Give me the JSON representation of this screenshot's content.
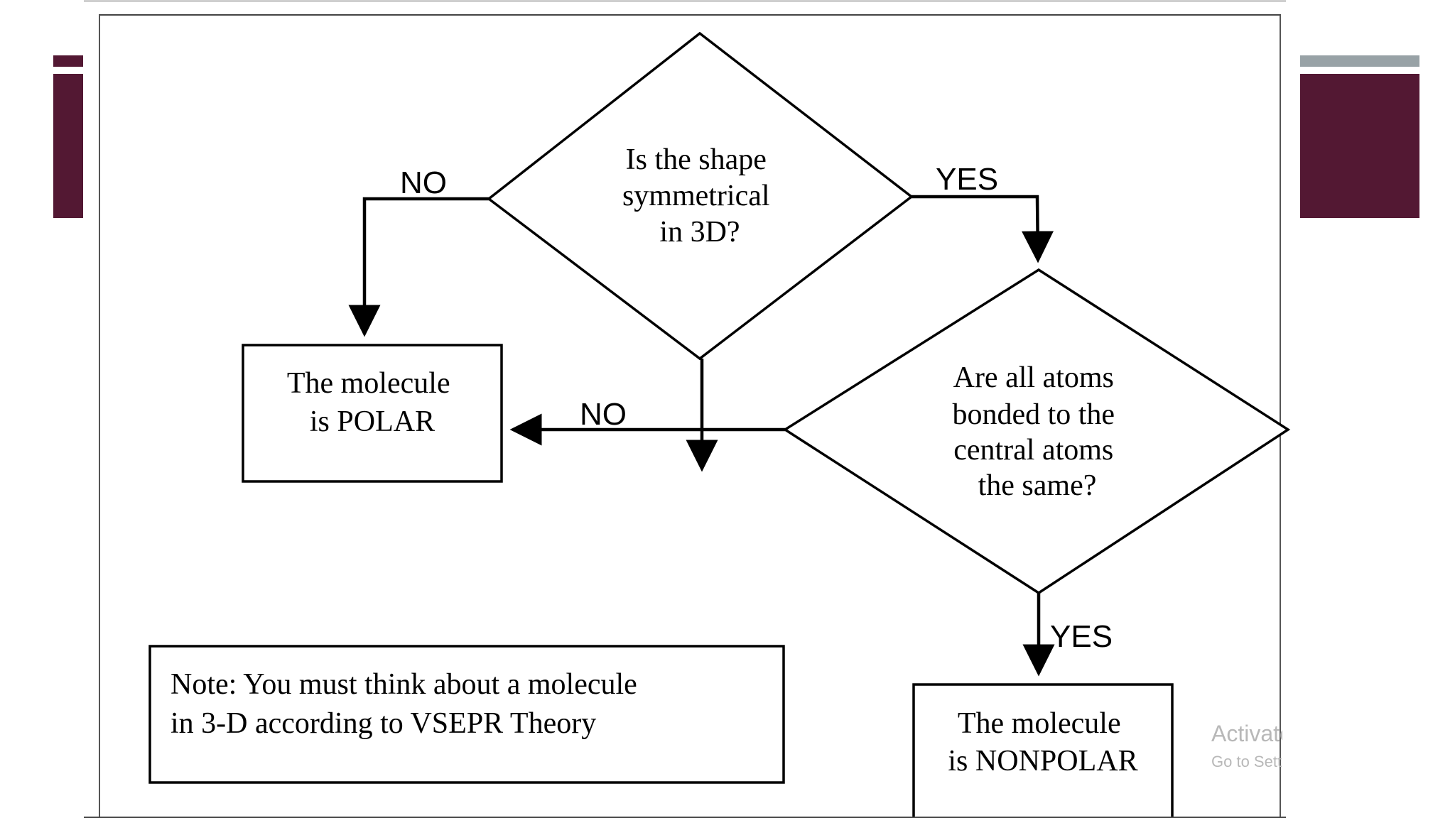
{
  "colors": {
    "maroon": "#531833",
    "gray_bar": "#98a2a6",
    "line": "#000000",
    "watermark": "#b8b8b8"
  },
  "flowchart": {
    "decision_1": {
      "lines": [
        "Is the shape",
        "symmetrical",
        "in 3D?"
      ]
    },
    "decision_2": {
      "lines": [
        "Are all atoms",
        "bonded to the",
        "central atoms",
        "the same?"
      ]
    },
    "result_polar": {
      "lines": [
        "The molecule",
        "is POLAR"
      ]
    },
    "result_nonpolar": {
      "lines": [
        "The molecule",
        "is NONPOLAR"
      ]
    },
    "edge_labels": {
      "d1_no": "NO",
      "d1_yes": "YES",
      "d2_no": "NO",
      "d2_yes": "YES"
    },
    "note": {
      "lines": [
        "Note: You must think about a molecule",
        "in 3-D according to VSEPR Theory"
      ]
    }
  },
  "watermark": {
    "line1": "Activate",
    "line2": "Go to Setti"
  }
}
